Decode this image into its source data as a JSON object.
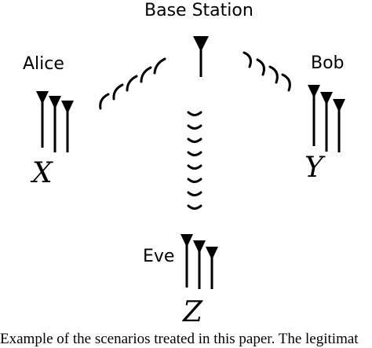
{
  "labels": {
    "base_station": "Base Station",
    "alice": "Alice",
    "bob": "Bob",
    "eve": "Eve"
  },
  "variables": {
    "x": "X",
    "y": "Y",
    "z": "Z"
  },
  "caption": "Example of the scenarios treated in this paper. The legitimat"
}
